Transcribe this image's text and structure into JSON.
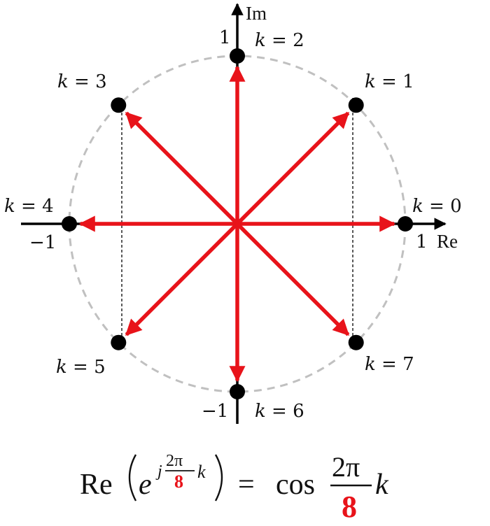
{
  "axes": {
    "imag_label": "Im",
    "real_label": "Re",
    "tick_pos_imag": "1",
    "tick_neg_imag": "−1",
    "tick_pos_real": "1",
    "tick_neg_real": "−1"
  },
  "roots": [
    {
      "k": 0,
      "var": "k",
      "eq": "= 0"
    },
    {
      "k": 1,
      "var": "k",
      "eq": "= 1"
    },
    {
      "k": 2,
      "var": "k",
      "eq": "= 2"
    },
    {
      "k": 3,
      "var": "k",
      "eq": "= 3"
    },
    {
      "k": 4,
      "var": "k",
      "eq": "= 4"
    },
    {
      "k": 5,
      "var": "k",
      "eq": "= 5"
    },
    {
      "k": 6,
      "var": "k",
      "eq": "= 6"
    },
    {
      "k": 7,
      "var": "k",
      "eq": "= 7"
    }
  ],
  "n_points": 8,
  "colors": {
    "arrow": "#e8131a",
    "point": "#000000",
    "circle": "#c0c0c0",
    "axis": "#000000",
    "highlight": "#e8131a"
  },
  "formula": {
    "re": "Re",
    "base": "e",
    "exp_j": "j",
    "exp_num": "2π",
    "exp_den": "8",
    "exp_k": "k",
    "equals": "=",
    "cos": "cos",
    "frac_num": "2π",
    "frac_den": "8",
    "var_k": "k"
  }
}
